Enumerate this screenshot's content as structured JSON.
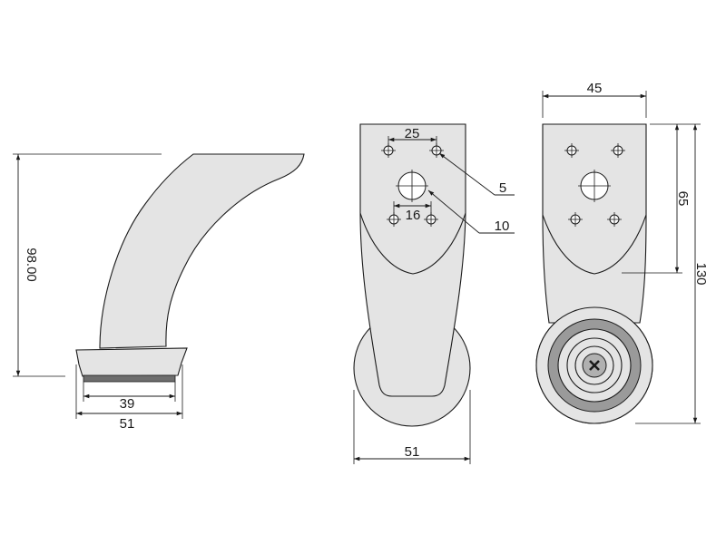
{
  "colors": {
    "part_fill": "#e4e4e4",
    "rubber_pad": "#6e6e6e",
    "wheel_ring": "#9a9a9a",
    "line": "#1a1a1a"
  },
  "dimensions": {
    "side_height": "98.00",
    "pad_width": "39",
    "base_width": "51",
    "front_hole_spacing_top": "25",
    "front_hole_spacing_bottom": "16",
    "small_hole_dia": "5",
    "large_hole_dia": "10",
    "front_width": "51",
    "back_width": "45",
    "back_hole_height": "65",
    "overall_height": "130"
  },
  "icons": {
    "screw": "screw-head-icon"
  }
}
